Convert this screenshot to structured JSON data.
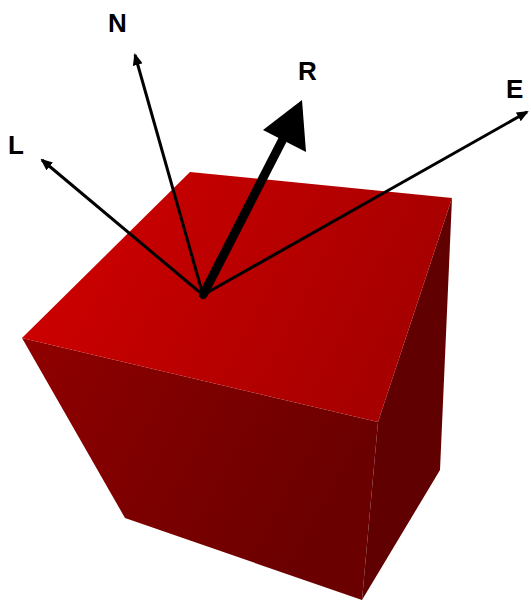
{
  "diagram": {
    "labels": [
      "N",
      "R",
      "E",
      "L"
    ]
  }
}
